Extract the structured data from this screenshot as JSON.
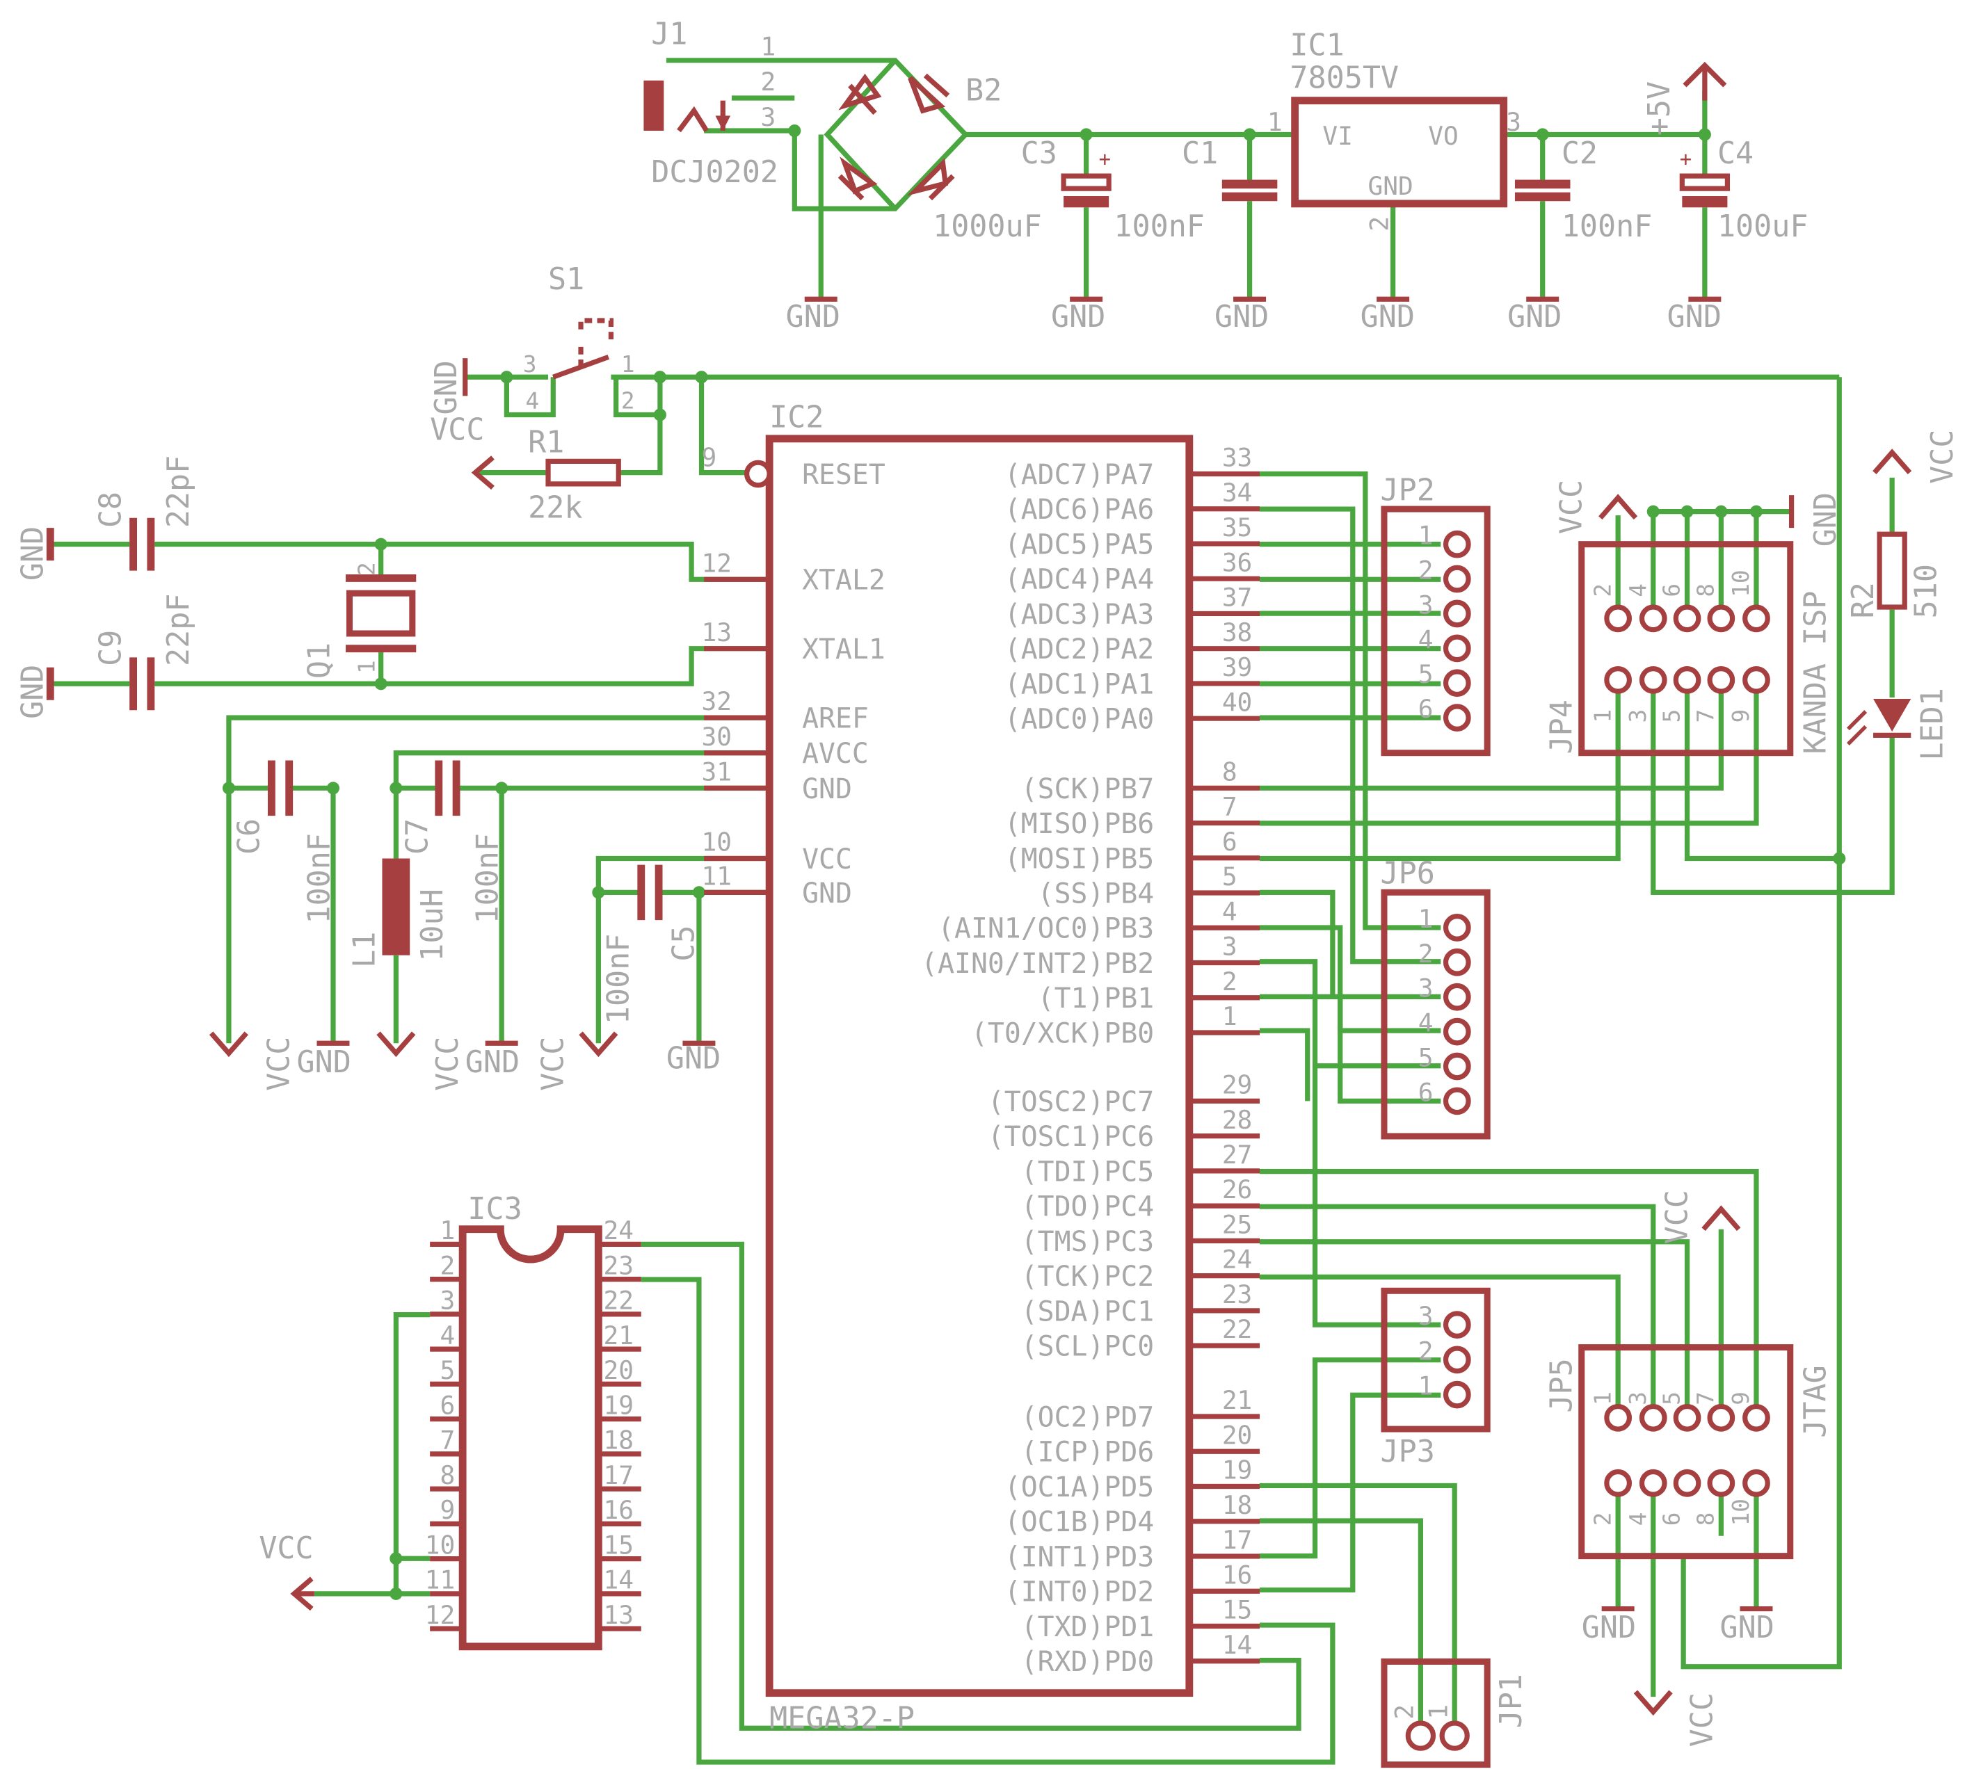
{
  "power_section": {
    "j1": {
      "ref": "J1",
      "value": "DCJ0202",
      "pins": [
        "1",
        "2",
        "3"
      ]
    },
    "b2": {
      "ref": "B2"
    },
    "c3": {
      "ref": "C3",
      "value": "1000uF"
    },
    "c1": {
      "ref": "C1",
      "value": "100nF"
    },
    "ic1": {
      "ref": "IC1",
      "value": "7805TV",
      "pin_vi": "VI",
      "pin_vo": "VO",
      "pin_gnd": "GND",
      "pin1": "1",
      "pin2": "2",
      "pin3": "3"
    },
    "c2": {
      "ref": "C2",
      "value": "100nF"
    },
    "c4": {
      "ref": "C4",
      "value": "100uF"
    },
    "plus5v": "+5V",
    "gnd": "GND"
  },
  "reset": {
    "s1": {
      "ref": "S1",
      "pins": [
        "3",
        "4",
        "1",
        "2"
      ]
    },
    "r1": {
      "ref": "R1",
      "value": "22k"
    },
    "gnd": "GND",
    "vcc": "VCC"
  },
  "crystal": {
    "c8": {
      "ref": "C8",
      "value": "22pF"
    },
    "c9": {
      "ref": "C9",
      "value": "22pF"
    },
    "q1": {
      "ref": "Q1",
      "pin1": "1",
      "pin2": "2"
    },
    "gnd": "GND"
  },
  "analog": {
    "c6": {
      "ref": "C6",
      "value": "100nF"
    },
    "c7": {
      "ref": "C7",
      "value": "100nF"
    },
    "l1": {
      "ref": "L1",
      "value": "10uH"
    },
    "c5": {
      "ref": "C5",
      "value": "100nF"
    },
    "vcc": "VCC",
    "gnd": "GND"
  },
  "ic2": {
    "ref": "IC2",
    "value": "MEGA32-P",
    "left_pins": [
      {
        "num": "9",
        "name": "RESET"
      },
      {
        "num": "12",
        "name": "XTAL2"
      },
      {
        "num": "13",
        "name": "XTAL1"
      },
      {
        "num": "32",
        "name": "AREF"
      },
      {
        "num": "30",
        "name": "AVCC"
      },
      {
        "num": "31",
        "name": "GND"
      },
      {
        "num": "10",
        "name": "VCC"
      },
      {
        "num": "11",
        "name": "GND"
      }
    ],
    "right_pins": [
      {
        "num": "33",
        "name": "(ADC7)PA7"
      },
      {
        "num": "34",
        "name": "(ADC6)PA6"
      },
      {
        "num": "35",
        "name": "(ADC5)PA5"
      },
      {
        "num": "36",
        "name": "(ADC4)PA4"
      },
      {
        "num": "37",
        "name": "(ADC3)PA3"
      },
      {
        "num": "38",
        "name": "(ADC2)PA2"
      },
      {
        "num": "39",
        "name": "(ADC1)PA1"
      },
      {
        "num": "40",
        "name": "(ADC0)PA0"
      },
      {
        "num": "8",
        "name": "(SCK)PB7"
      },
      {
        "num": "7",
        "name": "(MISO)PB6"
      },
      {
        "num": "6",
        "name": "(MOSI)PB5"
      },
      {
        "num": "5",
        "name": "(SS)PB4"
      },
      {
        "num": "4",
        "name": "(AIN1/OC0)PB3"
      },
      {
        "num": "3",
        "name": "(AIN0/INT2)PB2"
      },
      {
        "num": "2",
        "name": "(T1)PB1"
      },
      {
        "num": "1",
        "name": "(T0/XCK)PB0"
      },
      {
        "num": "29",
        "name": "(TOSC2)PC7"
      },
      {
        "num": "28",
        "name": "(TOSC1)PC6"
      },
      {
        "num": "27",
        "name": "(TDI)PC5"
      },
      {
        "num": "26",
        "name": "(TDO)PC4"
      },
      {
        "num": "25",
        "name": "(TMS)PC3"
      },
      {
        "num": "24",
        "name": "(TCK)PC2"
      },
      {
        "num": "23",
        "name": "(SDA)PC1"
      },
      {
        "num": "22",
        "name": "(SCL)PC0"
      },
      {
        "num": "21",
        "name": "(OC2)PD7"
      },
      {
        "num": "20",
        "name": "(ICP)PD6"
      },
      {
        "num": "19",
        "name": "(OC1A)PD5"
      },
      {
        "num": "18",
        "name": "(OC1B)PD4"
      },
      {
        "num": "17",
        "name": "(INT1)PD3"
      },
      {
        "num": "16",
        "name": "(INT0)PD2"
      },
      {
        "num": "15",
        "name": "(TXD)PD1"
      },
      {
        "num": "14",
        "name": "(RXD)PD0"
      }
    ]
  },
  "ic3": {
    "ref": "IC3",
    "left_pins": [
      "1",
      "2",
      "3",
      "4",
      "5",
      "6",
      "7",
      "8",
      "9",
      "10",
      "11",
      "12"
    ],
    "right_pins": [
      "24",
      "23",
      "22",
      "21",
      "20",
      "19",
      "18",
      "17",
      "16",
      "15",
      "14",
      "13"
    ],
    "vcc": "VCC"
  },
  "jp2": {
    "ref": "JP2",
    "pins": [
      "1",
      "2",
      "3",
      "4",
      "5",
      "6"
    ]
  },
  "jp6": {
    "ref": "JP6",
    "pins": [
      "1",
      "2",
      "3",
      "4",
      "5",
      "6"
    ]
  },
  "jp3": {
    "ref": "JP3",
    "pins": [
      "3",
      "2",
      "1"
    ]
  },
  "jp1": {
    "ref": "JP1",
    "pins": [
      "2",
      "1"
    ]
  },
  "jp4": {
    "ref": "JP4",
    "title": "KANDA ISP",
    "top_pins": [
      "2",
      "4",
      "6",
      "8",
      "10"
    ],
    "bottom_pins": [
      "1",
      "3",
      "5",
      "7",
      "9"
    ],
    "vcc": "VCC",
    "gnd": "GND"
  },
  "jp5": {
    "ref": "JP5",
    "title": "JTAG",
    "top_pins": [
      "1",
      "3",
      "5",
      "7",
      "9"
    ],
    "bottom_pins": [
      "2",
      "4",
      "6",
      "8",
      "10"
    ],
    "vcc": "VCC",
    "gnd": "GND"
  },
  "led": {
    "r2": {
      "ref": "R2",
      "value": "510"
    },
    "led1": {
      "ref": "LED1"
    },
    "vcc": "VCC"
  },
  "colors": {
    "wire": "#4aa63e",
    "part": "#a64040",
    "label": "#a8a8a8"
  }
}
